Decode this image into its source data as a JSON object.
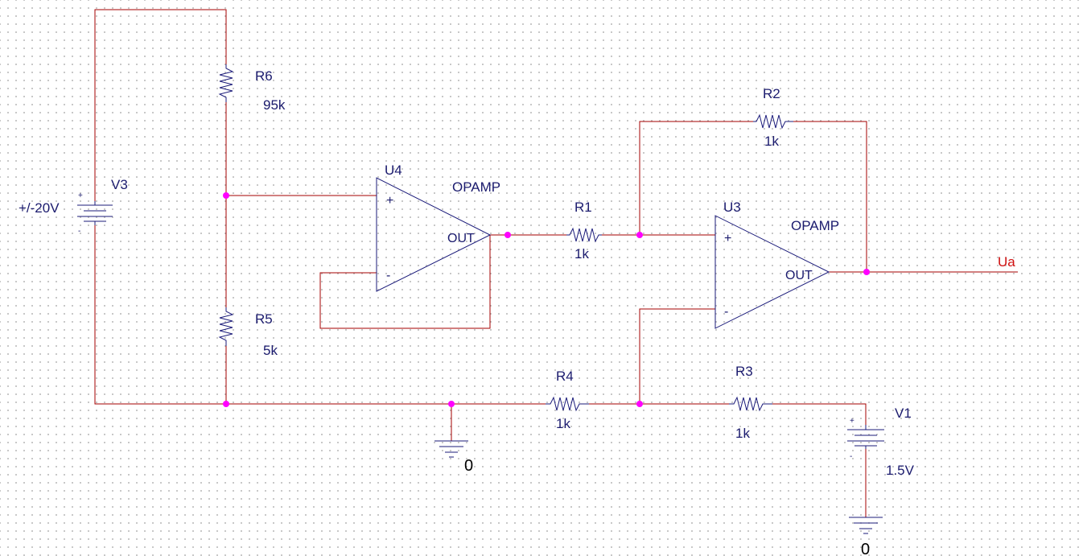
{
  "components": {
    "V3": {
      "ref": "V3",
      "value": "+/-20V",
      "plus": "+",
      "minus": "-"
    },
    "V1": {
      "ref": "V1",
      "value": "1.5V",
      "plus": "+",
      "minus": "-"
    },
    "R6": {
      "ref": "R6",
      "value": "95k"
    },
    "R5": {
      "ref": "R5",
      "value": "5k"
    },
    "R1": {
      "ref": "R1",
      "value": "1k"
    },
    "R2": {
      "ref": "R2",
      "value": "1k"
    },
    "R3": {
      "ref": "R3",
      "value": "1k"
    },
    "R4": {
      "ref": "R4",
      "value": "1k"
    },
    "U4": {
      "ref": "U4",
      "type": "OPAMP",
      "plus": "+",
      "minus": "-",
      "out": "OUT"
    },
    "U3": {
      "ref": "U3",
      "type": "OPAMP",
      "plus": "+",
      "minus": "-",
      "out": "OUT"
    }
  },
  "ground": {
    "label": "0"
  },
  "nets": {
    "output": "Ua"
  },
  "colors": {
    "wire": "#a50000",
    "component": "#1b1b7a",
    "node": "#ff00ff",
    "net_label": "#d01010"
  }
}
